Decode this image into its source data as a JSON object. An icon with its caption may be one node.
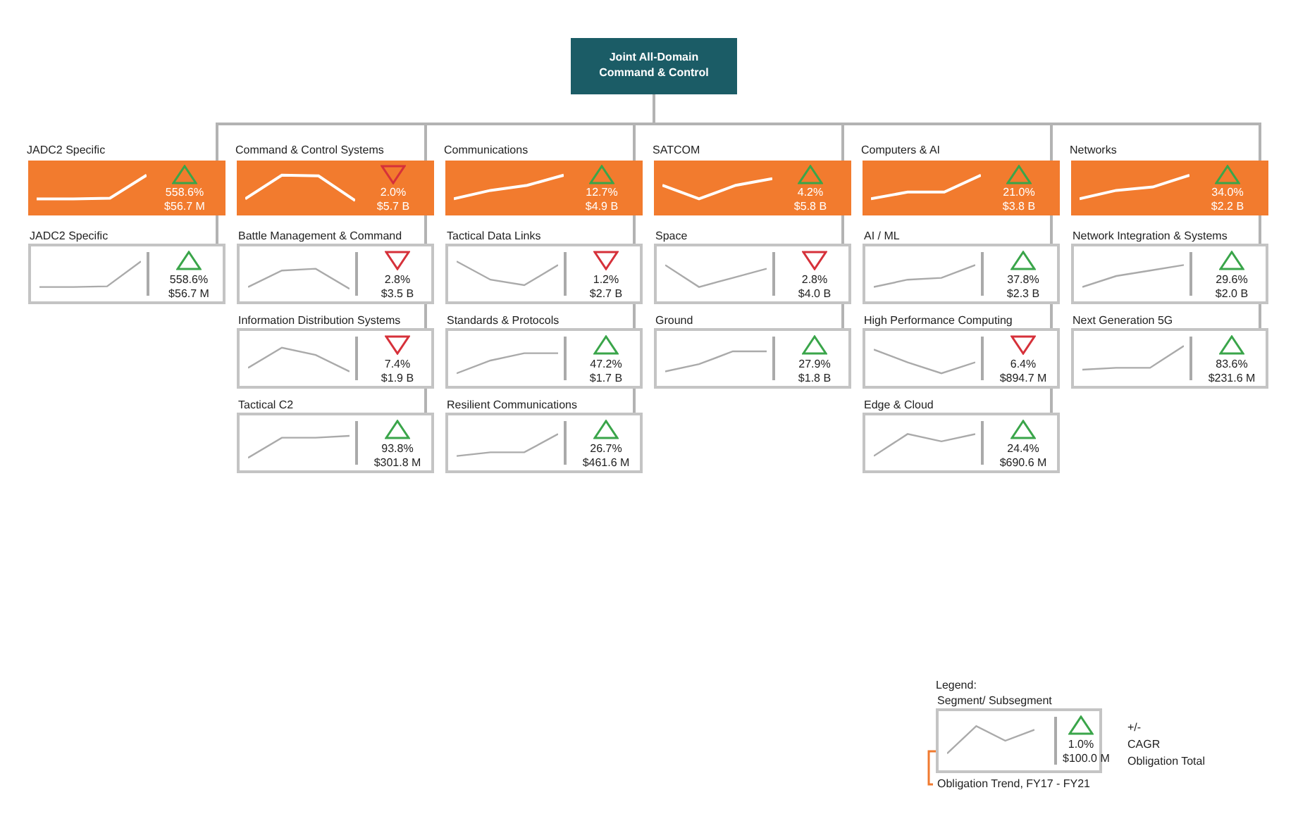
{
  "diagram": {
    "nodes": [
      {
        "text": [
          "Joint All-Domain Command & Control"
        ]
      },
      {
        "text": [
          "JADC2 Specific",
          "558.6%",
          "$56.7 M"
        ]
      },
      {
        "text": [
          "JADC2 Specific",
          "558.6%",
          "$56.7 M"
        ]
      },
      {
        "text": [
          "Command & Control Systems",
          "2.0%",
          "$5.7 B"
        ]
      },
      {
        "text": [
          "Battle Management & Command",
          "2.8%",
          "$3.5 B"
        ]
      },
      {
        "text": [
          "Information Distribution Systems",
          "7.4%",
          "$1.9 B"
        ]
      },
      {
        "text": [
          "Tactical C2",
          "93.8%",
          "$301.8 M"
        ]
      },
      {
        "text": [
          "Communications",
          "12.7%",
          "$4.9 B"
        ]
      },
      {
        "text": [
          "Tactical Data Links",
          "1.2%",
          "$2.7 B"
        ]
      },
      {
        "text": [
          "Standards & Protocols",
          "47.2%",
          "$1.7 B"
        ]
      },
      {
        "text": [
          "Resilient Communications",
          "26.7%",
          "$461.6 M"
        ]
      },
      {
        "text": [
          "SATCOM",
          "4.2%",
          "$5.8 B"
        ]
      },
      {
        "text": [
          "Space",
          "2.8%",
          "$4.0 B"
        ]
      },
      {
        "text": [
          "Ground",
          "27.9%",
          "$1.8 B"
        ]
      },
      {
        "text": [
          "Computers & AI",
          "21.0%",
          "$3.8 B"
        ]
      },
      {
        "text": [
          "AI / ML",
          "37.8%",
          "$2.3 B"
        ]
      },
      {
        "text": [
          "High Performance Computing",
          "6.4%",
          "$894.7 M"
        ]
      },
      {
        "text": [
          "Edge & Cloud",
          "24.4%",
          "$690.6 M"
        ]
      },
      {
        "text": [
          "Networks",
          "34.0%",
          "$2.2 B"
        ]
      },
      {
        "text": [
          "Network Integration & Systems",
          "29.6%",
          "$2.0 B"
        ]
      },
      {
        "text": [
          "Next Generation 5G",
          "83.6%",
          "$231.6 M"
        ]
      },
      {
        "text": [
          "Segment/ Subsegment",
          "1.0%",
          "$100.0 M"
        ],
        "beside": [
          "+/-",
          "CAGR",
          "Obligation Total"
        ]
      },
      {
        "text": [],
        "shape": "line",
        "in": 21
      },
      {
        "text": [
          "Obligation Trend, FY17 - FY21"
        ]
      }
    ],
    "edges": [
      {
        "from": 0,
        "to": 1,
        "arrow": "none"
      },
      {
        "from": 0,
        "to": 3,
        "arrow": "none"
      },
      {
        "from": 0,
        "to": 7,
        "arrow": "none"
      },
      {
        "from": 0,
        "to": 11,
        "arrow": "none"
      },
      {
        "from": 0,
        "to": 14,
        "arrow": "none"
      },
      {
        "from": 0,
        "to": 18,
        "arrow": "none"
      },
      {
        "from": 1,
        "to": 2,
        "arrow": "none"
      },
      {
        "from": 3,
        "to": 4,
        "arrow": "none"
      },
      {
        "from": 4,
        "to": 5,
        "arrow": "none"
      },
      {
        "from": 5,
        "to": 6,
        "arrow": "none"
      },
      {
        "from": 7,
        "to": 8,
        "arrow": "none"
      },
      {
        "from": 8,
        "to": 9,
        "arrow": "none"
      },
      {
        "from": 9,
        "to": 10,
        "arrow": "none"
      },
      {
        "from": 11,
        "to": 12,
        "arrow": "none"
      },
      {
        "from": 12,
        "to": 13,
        "arrow": "none"
      },
      {
        "from": 14,
        "to": 15,
        "arrow": "none"
      },
      {
        "from": 15,
        "to": 16,
        "arrow": "none"
      },
      {
        "from": 16,
        "to": 17,
        "arrow": "none"
      },
      {
        "from": 18,
        "to": 19,
        "arrow": "none"
      },
      {
        "from": 19,
        "to": 20,
        "arrow": "none"
      },
      {
        "from": 23,
        "to": 22,
        "arrow": "other",
        "color": "#f07a2f"
      }
    ],
    "labels": [
      "Legend:"
    ]
  }
}
